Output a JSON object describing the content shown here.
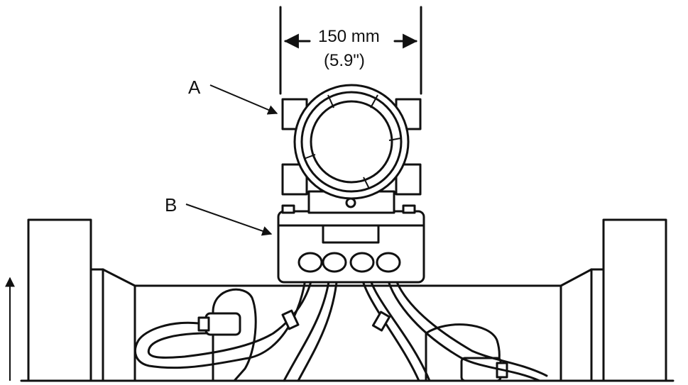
{
  "dimension": {
    "metric": "150 mm",
    "imperial": "(5.9\")"
  },
  "callouts": {
    "a": "A",
    "b": "B"
  }
}
